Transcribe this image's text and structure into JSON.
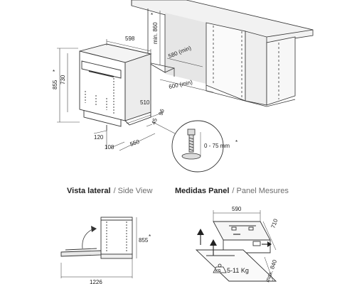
{
  "installation": {
    "width_598": "598",
    "min_860": "min. 860",
    "star_860": "*",
    "niche_580": "580 (min)",
    "niche_600": "600 (min)",
    "height_855": "855",
    "star_855": "*",
    "height_730": "730",
    "depth_510": "510",
    "depth_96": "96",
    "depth_45": "45",
    "plinth_120": "120",
    "plinth_108": "108",
    "depth_550": "550",
    "foot_range": "0 - 75 mm",
    "foot_star": "*"
  },
  "side_view": {
    "title": "Vista lateral",
    "subtitle": "/ Side View",
    "height_855": "855",
    "star": "*",
    "width_1226": "1226"
  },
  "panel": {
    "title": "Medidas Panel",
    "subtitle": "/ Panel Mesures",
    "width_590": "590",
    "height_710": "710",
    "max_840": "max. 840",
    "weight": "5-11 Kg",
    "kg_icon": "KG"
  }
}
